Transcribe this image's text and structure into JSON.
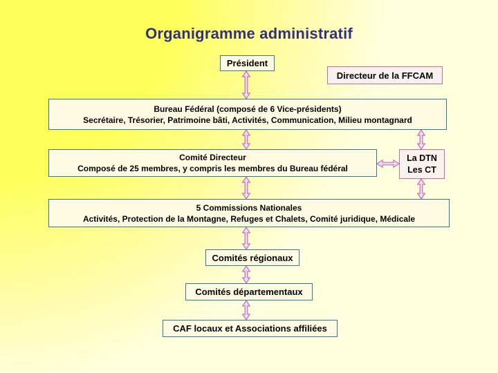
{
  "slide": {
    "title": "Organigramme administratif"
  },
  "nodes": {
    "president": {
      "label": "Président"
    },
    "directeur": {
      "label": "Directeur de la FFCAM"
    },
    "bureau": {
      "line1": "Bureau Fédéral (composé de 6 Vice-présidents)",
      "line2": "Secrétaire, Trésorier, Patrimoine bâti, Activités, Communication, Milieu montagnard"
    },
    "comite": {
      "line1": "Comité Directeur",
      "line2": "Composé de 25 membres, y compris les membres du Bureau fédéral"
    },
    "dtn": {
      "line1": "La DTN",
      "line2": "Les CT"
    },
    "commissions": {
      "line1": "5 Commissions Nationales",
      "line2": "Activités, Protection de la Montagne, Refuges et Chalets, Comité juridique, Médicale"
    },
    "regionaux": {
      "label": "Comités régionaux"
    },
    "departementaux": {
      "label": "Comités départementaux"
    },
    "caf": {
      "label": "CAF locaux et Associations affiliées"
    }
  },
  "connections": [
    {
      "from": "president",
      "to": "bureau",
      "style": "double-arrow"
    },
    {
      "from": "bureau",
      "to": "comite",
      "style": "double-arrow"
    },
    {
      "from": "bureau",
      "to": "dtn",
      "style": "double-arrow"
    },
    {
      "from": "comite",
      "to": "dtn",
      "style": "double-arrow"
    },
    {
      "from": "comite",
      "to": "commissions",
      "style": "double-arrow"
    },
    {
      "from": "dtn",
      "to": "commissions",
      "style": "double-arrow"
    },
    {
      "from": "commissions",
      "to": "regionaux",
      "style": "double-arrow"
    },
    {
      "from": "regionaux",
      "to": "departementaux",
      "style": "double-arrow"
    },
    {
      "from": "departementaux",
      "to": "caf",
      "style": "double-arrow"
    }
  ],
  "colors": {
    "title_text": "#31317e",
    "teal_box_border": "#2e7a8e",
    "pink_box_border": "#c56d9d",
    "box_fill": "#fffbe3",
    "pink_box_fill": "#f9f1ee",
    "arrow_outline": "#c76db6",
    "arrow_fill": "#eadcf3",
    "background_start": "#ffff5c",
    "background_end": "#fffedd"
  }
}
